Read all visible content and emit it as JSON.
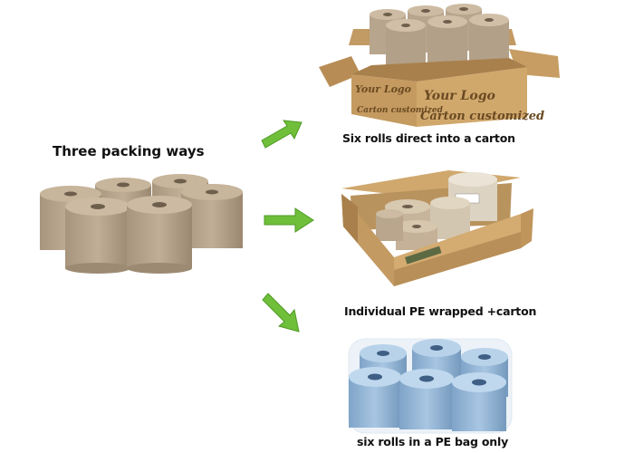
{
  "title": "Three packing ways",
  "options": [
    {
      "caption": "Six rolls direct into a carton",
      "carton_text": [
        "Your Logo",
        "Carton customized"
      ]
    },
    {
      "caption": "Individual PE wrapped +carton"
    },
    {
      "caption": "six rolls in a PE bag only"
    }
  ],
  "colors": {
    "kraft_roll": "#b5a28a",
    "kraft_roll_shadow": "#9c8a73",
    "carton": "#c9a06a",
    "carton_dark": "#a87f4c",
    "blue_roll": "#8fb3d6",
    "arrow_green": "#6fbf3a"
  }
}
